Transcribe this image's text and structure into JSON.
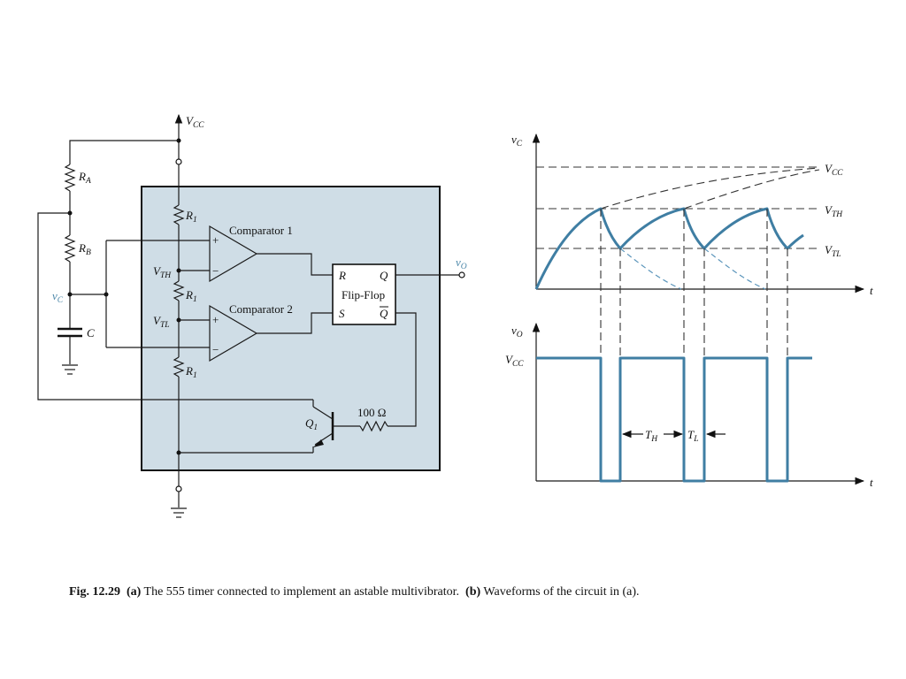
{
  "circuit": {
    "vcc_label": "V",
    "vcc_sub": "CC",
    "ra_label": "R",
    "ra_sub": "A",
    "rb_label": "R",
    "rb_sub": "B",
    "vc_label": "v",
    "vc_sub": "C",
    "c_label": "C",
    "r1_label": "R",
    "r1_sub": "1",
    "comparator1": "Comparator 1",
    "comparator2": "Comparator 2",
    "plus": "+",
    "minus": "−",
    "vth_label": "V",
    "vth_sub": "TH",
    "vtl_label": "V",
    "vtl_sub": "TL",
    "ff_r": "R",
    "ff_q": "Q",
    "ff_s": "S",
    "ff_qbar": "Q",
    "ff_name": "Flip-Flop",
    "vo_label": "v",
    "vo_sub": "O",
    "q1_label": "Q",
    "q1_sub": "1",
    "res100": "100 Ω",
    "box_color": "#cfdde6"
  },
  "waveforms": {
    "vc_axis": "v",
    "vc_axis_sub": "C",
    "vo_axis": "v",
    "vo_axis_sub": "O",
    "t_label": "t",
    "vcc_level": "V",
    "vcc_level_sub": "CC",
    "vth_level": "V",
    "vth_level_sub": "TH",
    "vtl_level": "V",
    "vtl_level_sub": "TL",
    "vo_vcc": "V",
    "vo_vcc_sub": "CC",
    "th_label": "T",
    "th_sub": "H",
    "tl_label": "T",
    "tl_sub": "L",
    "wave_color": "#3f7ea3"
  },
  "caption": {
    "fig": "Fig. 12.29",
    "a": "(a)",
    "a_text": " The 555 timer connected to implement an astable multivibrator. ",
    "b": "(b)",
    "b_text": " Waveforms of the circuit in (a)."
  }
}
